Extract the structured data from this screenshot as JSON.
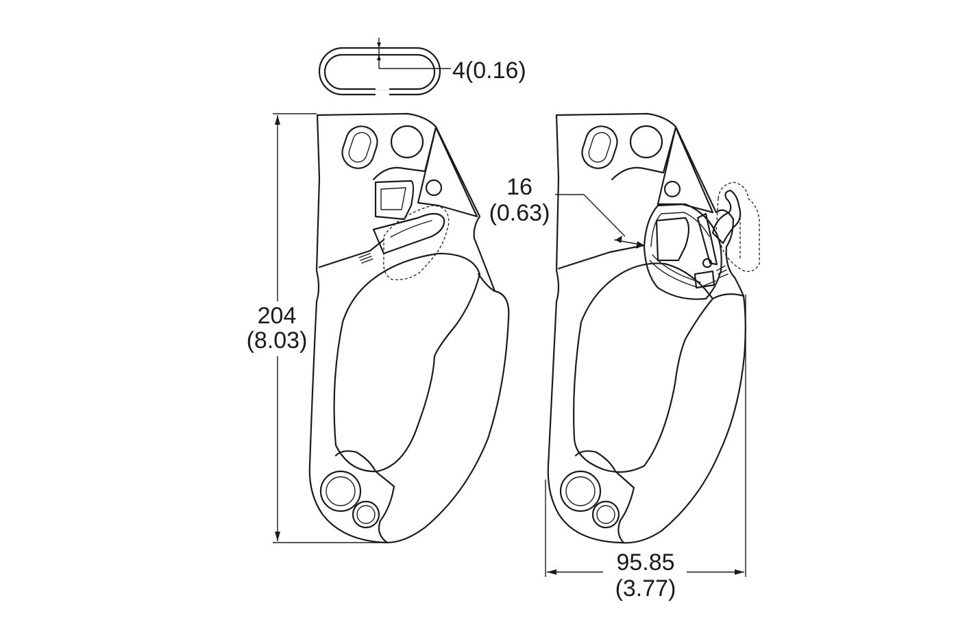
{
  "dimensions": {
    "rope_thickness": {
      "value": "4",
      "inch": "(0.16)",
      "combined": "4(0.16)"
    },
    "height": {
      "value": "204",
      "inch": "(8.03)"
    },
    "rope_opening": {
      "value": "16",
      "inch": "(0.63)"
    },
    "width": {
      "value": "95.85",
      "inch": "(3.77)"
    }
  },
  "colors": {
    "line": "#1a1a1a",
    "background": "#ffffff"
  }
}
